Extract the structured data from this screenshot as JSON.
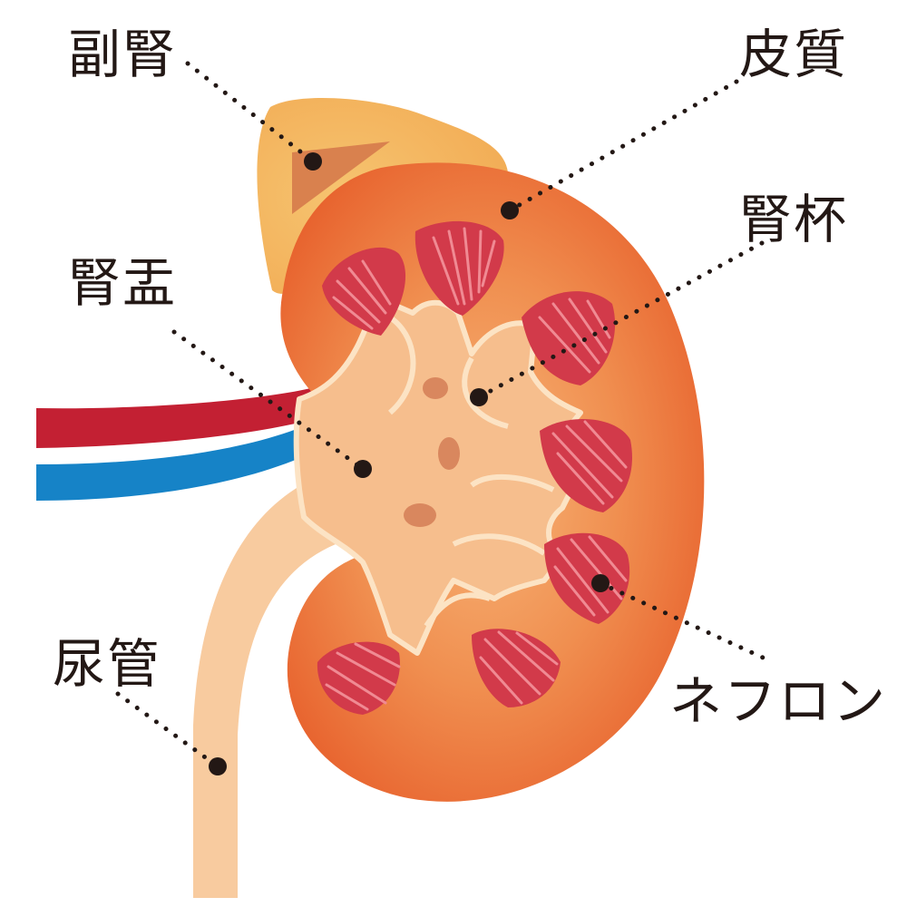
{
  "labels": {
    "adrenal": "副腎",
    "cortex": "皮質",
    "calyx": "腎杯",
    "pelvis": "腎盂",
    "ureter": "尿管",
    "nephron": "ネフロン"
  },
  "icons": {
    "kidney": "kidney-cross-section-icon",
    "adrenal": "adrenal-gland-icon",
    "artery": "renal-artery-icon",
    "vein": "renal-vein-icon"
  },
  "colors": {
    "cortex_outer": "#E96A36",
    "cortex_inner": "#F3A766",
    "pelvis": "#F6BE8D",
    "calyx_outline": "#FCE3C4",
    "pyramid": "#D23A4A",
    "pyramid_lines": "#F08A93",
    "adrenal": "#F4B860",
    "adrenal_inner": "#D9814E",
    "artery": "#C32033",
    "vein": "#1683C7",
    "ureter": "#F8CB9F",
    "text": "#231815"
  }
}
